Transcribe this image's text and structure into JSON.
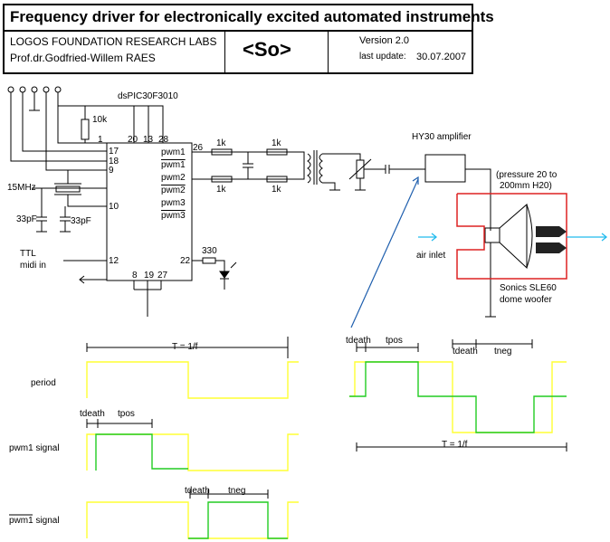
{
  "header": {
    "title": "Frequency driver for electronically excited automated instruments",
    "lab": "LOGOS FOUNDATION RESEARCH LABS",
    "author": "Prof.dr.Godfried-Willem RAES",
    "logo": "<So>",
    "version": "Version 2.0",
    "last_update_label": "last update:",
    "last_update_date": "30.07.2007"
  },
  "schematic": {
    "chip": "dsPIC30F3010",
    "pins_top": [
      "20",
      "13",
      "28"
    ],
    "pin_1": "1",
    "pin_17": "17",
    "pin_18": "18",
    "pin_9": "9",
    "pin_10": "10",
    "pin_12": "12",
    "pin_26": "26",
    "pin_22": "22",
    "pins_bottom": [
      "8",
      "19",
      "27"
    ],
    "pwm_outputs": [
      "pwm1",
      "pwm1",
      "pwm2",
      "pwm2",
      "pwm3",
      "pwm3"
    ],
    "res_10k": "10k",
    "res_1k": [
      "1k",
      "1k",
      "1k",
      "1k"
    ],
    "crystal": "15MHz",
    "cap_a": "33pF",
    "cap_b": "33pF",
    "ttl": "TTL",
    "midi": "midi in",
    "res_330": "330",
    "amp": "HY30 amplifier",
    "pressure": "(pressure 20 to",
    "pressure2": "200mm H20)",
    "air_inlet": "air inlet",
    "woofer1": "Sonics SLE60",
    "woofer2": "dome woofer"
  },
  "timing": {
    "period_label": "T = 1/f",
    "period": "period",
    "pwm1_signal": "pwm1 signal",
    "pwm1bar_signal": "pwm1 signal",
    "tdeath": "tdeath",
    "tpos": "tpos",
    "tneg": "tneg",
    "right_tdeath": "tdeath",
    "right_tpos": "tpos",
    "right_tdeath2": "tdeath",
    "right_tneg": "tneg",
    "right_period": "T = 1/f"
  },
  "colors": {
    "yellow": "#ffff33",
    "green": "#22cc22",
    "red": "#dd2222",
    "blue": "#1f5fae",
    "cyan": "#22bbee"
  }
}
